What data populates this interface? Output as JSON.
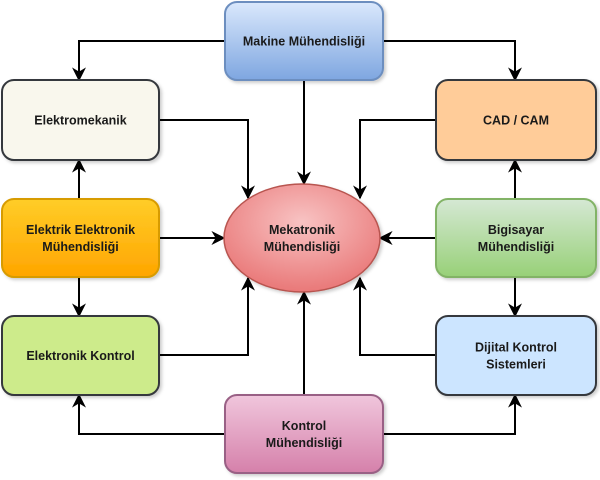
{
  "diagram": {
    "type": "concept-map",
    "center": {
      "id": "mekatronik",
      "lines": [
        "Mekatronik",
        "Mühendisliği"
      ],
      "shape": "ellipse",
      "fill_top": "#f8c3c3",
      "fill_bottom": "#e87272",
      "stroke": "#b85450"
    },
    "nodes": [
      {
        "id": "makine",
        "lines": [
          "Makine Mühendisliği"
        ],
        "fill_top": "#dae8fc",
        "fill_bottom": "#7ea6e0",
        "stroke": "#6c8ebf"
      },
      {
        "id": "elektromekanik",
        "lines": [
          "Elektromekanik"
        ],
        "fill_top": "#f9f7ed",
        "fill_bottom": "#f9f7ed",
        "stroke": "#36393d"
      },
      {
        "id": "elektrik",
        "lines": [
          "Elektrik Elektronik",
          "Mühendisliği"
        ],
        "fill_top": "#ffcd28",
        "fill_bottom": "#ffa500",
        "stroke": "#d79b00"
      },
      {
        "id": "elektronik-kontrol",
        "lines": [
          "Elektronik Kontrol"
        ],
        "fill_top": "#cdeb8b",
        "fill_bottom": "#cdeb8b",
        "stroke": "#36393d"
      },
      {
        "id": "kontrol",
        "lines": [
          "Kontrol",
          "Mühendisliği"
        ],
        "fill_top": "#f0c6dc",
        "fill_bottom": "#d580aa",
        "stroke": "#996185"
      },
      {
        "id": "cad-cam",
        "lines": [
          "CAD / CAM"
        ],
        "fill_top": "#ffcc99",
        "fill_bottom": "#ffcc99",
        "stroke": "#36393d"
      },
      {
        "id": "bilgisayar",
        "lines": [
          "Bigisayar",
          "Mühendisliği"
        ],
        "fill_top": "#d5e8d4",
        "fill_bottom": "#97d077",
        "stroke": "#82b366"
      },
      {
        "id": "dijital-kontrol",
        "lines": [
          "Dijital Kontrol",
          "Sistemleri"
        ],
        "fill_top": "#cce5ff",
        "fill_bottom": "#cce5ff",
        "stroke": "#36393d"
      }
    ],
    "edges": [
      {
        "from": "makine",
        "to": "elektromekanik"
      },
      {
        "from": "makine",
        "to": "cad-cam"
      },
      {
        "from": "makine",
        "to": "mekatronik"
      },
      {
        "from": "elektromekanik",
        "to": "mekatronik"
      },
      {
        "from": "elektrik",
        "to": "elektromekanik"
      },
      {
        "from": "elektrik",
        "to": "mekatronik"
      },
      {
        "from": "elektrik",
        "to": "elektronik-kontrol"
      },
      {
        "from": "elektronik-kontrol",
        "to": "mekatronik"
      },
      {
        "from": "kontrol",
        "to": "elektronik-kontrol"
      },
      {
        "from": "kontrol",
        "to": "mekatronik"
      },
      {
        "from": "kontrol",
        "to": "dijital-kontrol"
      },
      {
        "from": "cad-cam",
        "to": "mekatronik"
      },
      {
        "from": "bilgisayar",
        "to": "cad-cam"
      },
      {
        "from": "bilgisayar",
        "to": "mekatronik"
      },
      {
        "from": "bilgisayar",
        "to": "dijital-kontrol"
      },
      {
        "from": "dijital-kontrol",
        "to": "mekatronik"
      }
    ],
    "edge_color": "#000000"
  }
}
